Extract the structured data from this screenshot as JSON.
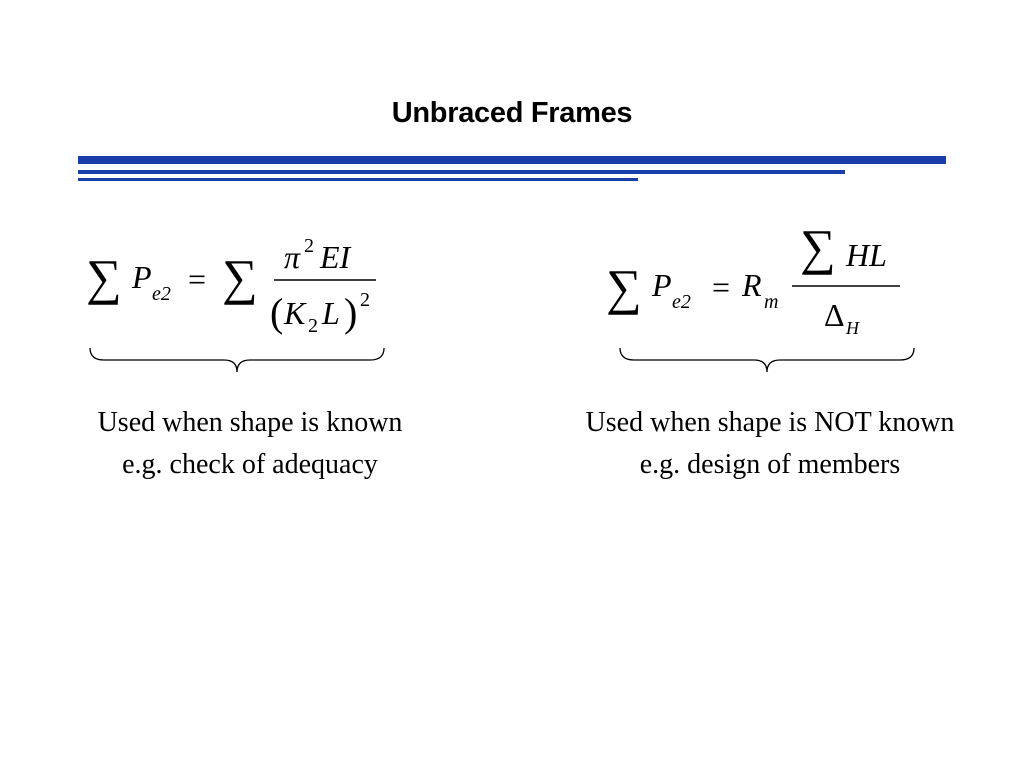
{
  "slide": {
    "title": "Unbraced Frames",
    "accent_color": "#1a3ea8"
  },
  "left": {
    "formula": {
      "sum_symbol": "∑",
      "P": "P",
      "P_subscript": "e2",
      "equals": "=",
      "sum_symbol_2": "∑",
      "numerator_pi": "π",
      "numerator_exp": "2",
      "numerator_EI": "EI",
      "denominator_open": "(",
      "denominator_K": "K",
      "denominator_K_sub": "2",
      "denominator_L": "L",
      "denominator_close": ")",
      "denominator_exp": "2"
    },
    "caption_line_1": "Used when shape is known",
    "caption_line_2": "e.g. check of adequacy"
  },
  "right": {
    "formula": {
      "sum_symbol": "∑",
      "P": "P",
      "P_subscript": "e2",
      "equals": "=",
      "R": "R",
      "R_subscript": "m",
      "numerator_sum": "∑",
      "numerator_HL": "HL",
      "denominator_delta": "Δ",
      "denominator_sub": "H"
    },
    "caption_line_1": "Used when shape is NOT known",
    "caption_line_2": "e.g. design of members"
  }
}
